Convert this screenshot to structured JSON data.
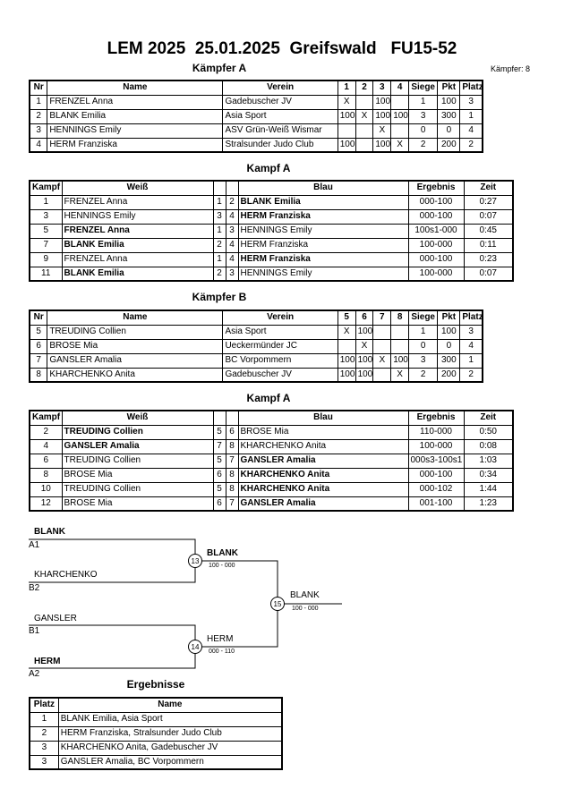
{
  "title": "LEM 2025  25.01.2025  Greifswald   FU15-52",
  "kaempfer_count": "Kämpfer: 8",
  "pool_a": {
    "heading": "Kämpfer A",
    "headers": [
      "Nr",
      "Name",
      "Verein",
      "1",
      "2",
      "3",
      "4",
      "Siege",
      "Pkt",
      "Platz"
    ],
    "rows": [
      [
        "1",
        "FRENZEL Anna",
        "Gadebuscher JV",
        "X",
        "",
        "100",
        "",
        "1",
        "100",
        "3"
      ],
      [
        "2",
        "BLANK Emilia",
        "Asia Sport",
        "100",
        "X",
        "100",
        "100",
        "3",
        "300",
        "1"
      ],
      [
        "3",
        "HENNINGS Emily",
        "ASV Grün-Weiß Wismar",
        "",
        "",
        "X",
        "",
        "0",
        "0",
        "4"
      ],
      [
        "4",
        "HERM Franziska",
        "Stralsunder Judo Club",
        "100",
        "",
        "100",
        "X",
        "2",
        "200",
        "2"
      ]
    ]
  },
  "fights_a": {
    "heading": "Kampf A",
    "headers": [
      "Kampf",
      "Weiß",
      "",
      "",
      "Blau",
      "Ergebnis",
      "Zeit"
    ],
    "rows": [
      {
        "nr": "1",
        "white": "FRENZEL Anna",
        "wn": "1",
        "bn": "2",
        "blue": "BLANK Emilia",
        "result": "000-100",
        "time": "0:27",
        "winner": "blue"
      },
      {
        "nr": "3",
        "white": "HENNINGS Emily",
        "wn": "3",
        "bn": "4",
        "blue": "HERM Franziska",
        "result": "000-100",
        "time": "0:07",
        "winner": "blue"
      },
      {
        "nr": "5",
        "white": "FRENZEL Anna",
        "wn": "1",
        "bn": "3",
        "blue": "HENNINGS Emily",
        "result": "100s1-000",
        "time": "0:45",
        "winner": "white"
      },
      {
        "nr": "7",
        "white": "BLANK Emilia",
        "wn": "2",
        "bn": "4",
        "blue": "HERM Franziska",
        "result": "100-000",
        "time": "0:11",
        "winner": "white"
      },
      {
        "nr": "9",
        "white": "FRENZEL Anna",
        "wn": "1",
        "bn": "4",
        "blue": "HERM Franziska",
        "result": "000-100",
        "time": "0:23",
        "winner": "blue"
      },
      {
        "nr": "11",
        "white": "BLANK Emilia",
        "wn": "2",
        "bn": "3",
        "blue": "HENNINGS Emily",
        "result": "100-000",
        "time": "0:07",
        "winner": "white"
      }
    ]
  },
  "pool_b": {
    "heading": "Kämpfer B",
    "headers": [
      "Nr",
      "Name",
      "Verein",
      "5",
      "6",
      "7",
      "8",
      "Siege",
      "Pkt",
      "Platz"
    ],
    "rows": [
      [
        "5",
        "TREUDING Collien",
        "Asia Sport",
        "X",
        "100",
        "",
        "",
        "1",
        "100",
        "3"
      ],
      [
        "6",
        "BROSE Mia",
        "Ueckermünder JC",
        "",
        "X",
        "",
        "",
        "0",
        "0",
        "4"
      ],
      [
        "7",
        "GANSLER Amalia",
        "BC Vorpommern",
        "100",
        "100",
        "X",
        "100",
        "3",
        "300",
        "1"
      ],
      [
        "8",
        "KHARCHENKO Anita",
        "Gadebuscher JV",
        "100",
        "100",
        "",
        "X",
        "2",
        "200",
        "2"
      ]
    ]
  },
  "fights_b": {
    "heading": "Kampf A",
    "headers": [
      "Kampf",
      "Weiß",
      "",
      "",
      "Blau",
      "Ergebnis",
      "Zeit"
    ],
    "rows": [
      {
        "nr": "2",
        "white": "TREUDING Collien",
        "wn": "5",
        "bn": "6",
        "blue": "BROSE Mia",
        "result": "110-000",
        "time": "0:50",
        "winner": "white"
      },
      {
        "nr": "4",
        "white": "GANSLER Amalia",
        "wn": "7",
        "bn": "8",
        "blue": "KHARCHENKO Anita",
        "result": "100-000",
        "time": "0:08",
        "winner": "white"
      },
      {
        "nr": "6",
        "white": "TREUDING Collien",
        "wn": "5",
        "bn": "7",
        "blue": "GANSLER Amalia",
        "result": "000s3-100s1",
        "time": "1:03",
        "winner": "blue"
      },
      {
        "nr": "8",
        "white": "BROSE Mia",
        "wn": "6",
        "bn": "8",
        "blue": "KHARCHENKO Anita",
        "result": "000-100",
        "time": "0:34",
        "winner": "blue"
      },
      {
        "nr": "10",
        "white": "TREUDING Collien",
        "wn": "5",
        "bn": "8",
        "blue": "KHARCHENKO Anita",
        "result": "000-102",
        "time": "1:44",
        "winner": "blue"
      },
      {
        "nr": "12",
        "white": "BROSE Mia",
        "wn": "6",
        "bn": "7",
        "blue": "GANSLER Amalia",
        "result": "001-100",
        "time": "1:23",
        "winner": "blue"
      }
    ]
  },
  "bracket": {
    "sf1": {
      "top": "BLANK",
      "top_seed": "A1",
      "bottom": "KHARCHENKO",
      "bottom_seed": "B2",
      "fight": "13",
      "winner": "BLANK",
      "score": "100 - 000"
    },
    "sf2": {
      "top": "GANSLER",
      "top_seed": "B1",
      "bottom": "HERM",
      "bottom_seed": "A2",
      "fight": "14",
      "winner": "HERM",
      "score": "000 - 110"
    },
    "final": {
      "fight": "15",
      "winner": "BLANK",
      "score": "100 - 000"
    }
  },
  "results": {
    "heading": "Ergebnisse",
    "headers": [
      "Platz",
      "Name"
    ],
    "rows": [
      [
        "1",
        "BLANK Emilia, Asia Sport"
      ],
      [
        "2",
        "HERM Franziska, Stralsunder Judo Club"
      ],
      [
        "3",
        "KHARCHENKO Anita, Gadebuscher JV"
      ],
      [
        "3",
        "GANSLER Amalia, BC Vorpommern"
      ]
    ]
  }
}
